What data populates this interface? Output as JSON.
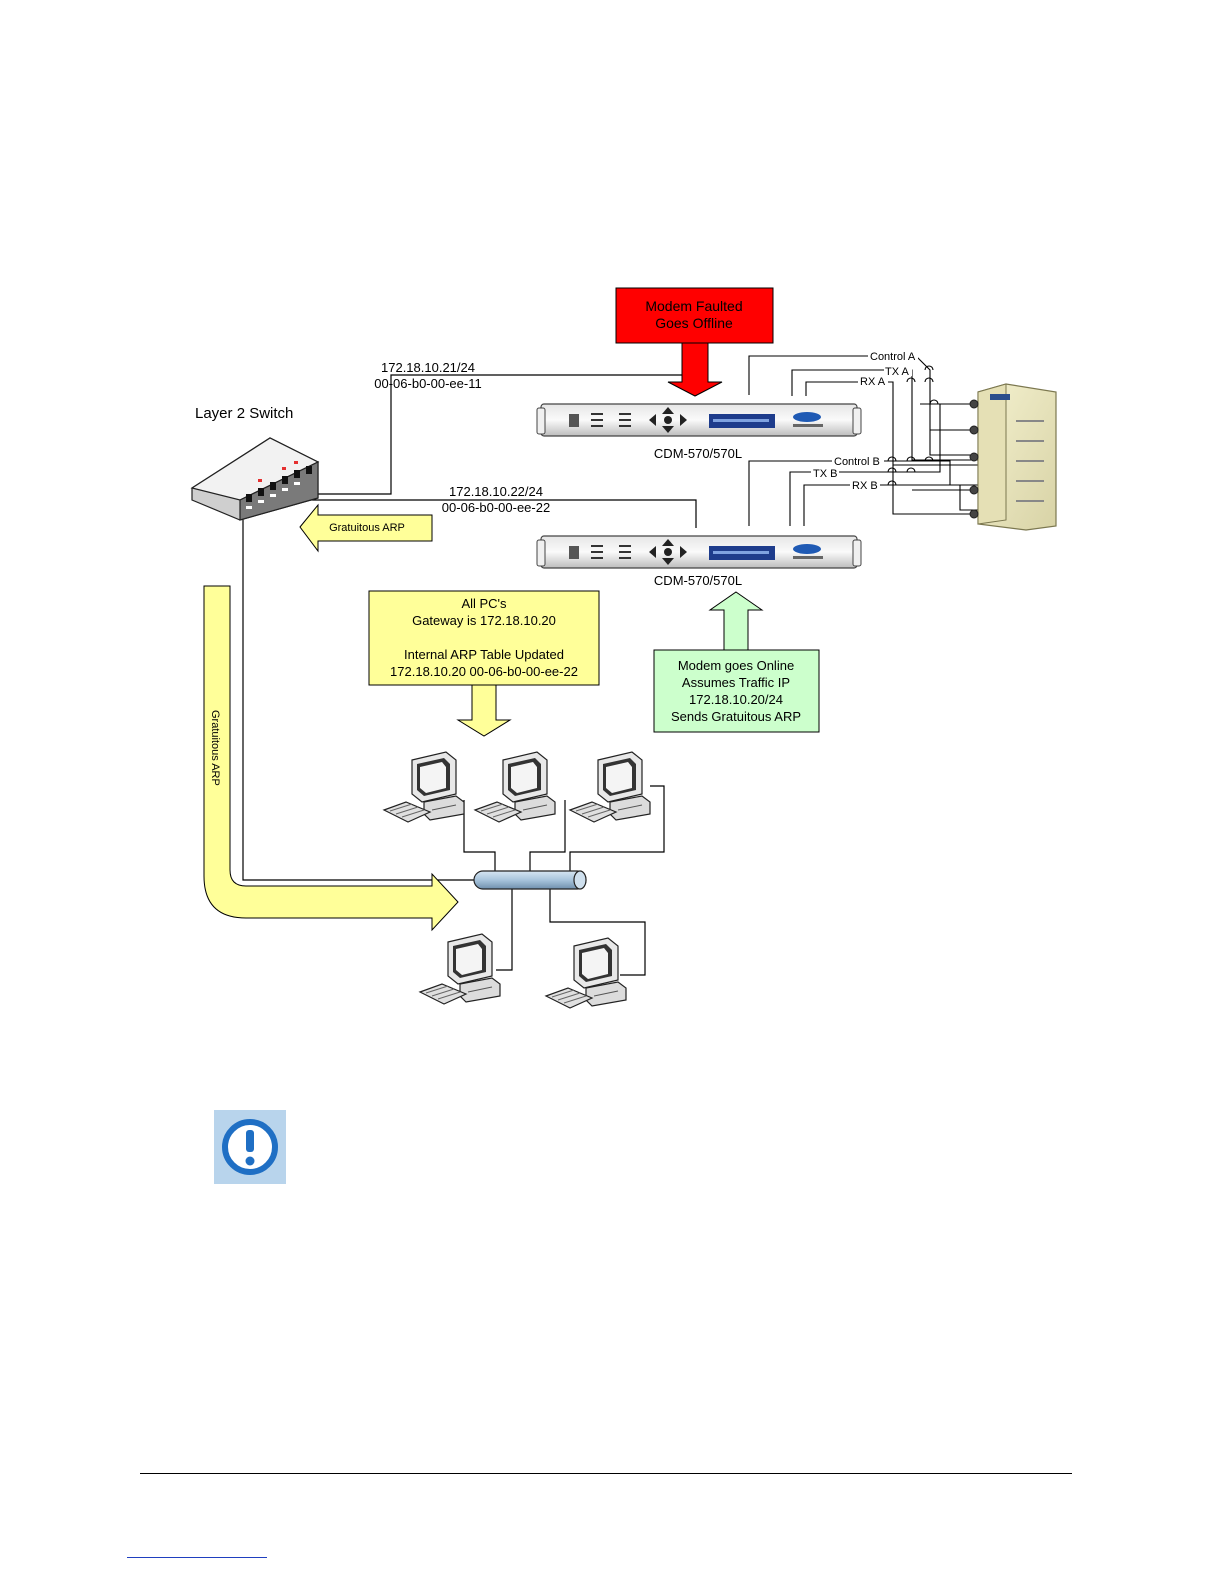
{
  "labels": {
    "switch": "Layer 2 Switch",
    "ip_a_line1": "172.18.10.21/24",
    "ip_a_line2": "00-06-b0-00-ee-11",
    "ip_b_line1": "172.18.10.22/24",
    "ip_b_line2": "00-06-b0-00-ee-22",
    "modem_a": "CDM-570/570L",
    "modem_b": "CDM-570/570L",
    "control_a": "Control A",
    "tx_a": "TX A",
    "rx_a": "RX A",
    "control_b": "Control B",
    "tx_b": "TX B",
    "rx_b": "RX B",
    "garp_left": "Gratuitous ARP",
    "garp_vertical": "Gratuitous ARP"
  },
  "callouts": {
    "faulted": {
      "line1": "Modem Faulted",
      "line2": "Goes Offline"
    },
    "gateway": {
      "line1": "All PC's",
      "line2": "Gateway is 172.18.10.20",
      "line3": "Internal ARP Table Updated",
      "line4": "172.18.10.20  00-06-b0-00-ee-22"
    },
    "online": {
      "line1": "Modem goes Online",
      "line2": "Assumes Traffic IP",
      "line3": "172.18.10.20/24",
      "line4": "Sends Gratuitous ARP"
    }
  },
  "colors": {
    "faulted": "#ff0000",
    "yellow": "#ffff99",
    "green": "#ccffcc",
    "hub": "#a8c4dc",
    "icon_blue": "#1f6fc4",
    "icon_bg": "#b8d4ec"
  },
  "icons": {
    "note": "exclamation-icon",
    "switch": "network-switch-icon",
    "modem": "rack-modem-icon",
    "redundancy_switch": "redundancy-switch-icon",
    "pc": "desktop-pc-icon",
    "hub": "ethernet-hub-icon"
  }
}
